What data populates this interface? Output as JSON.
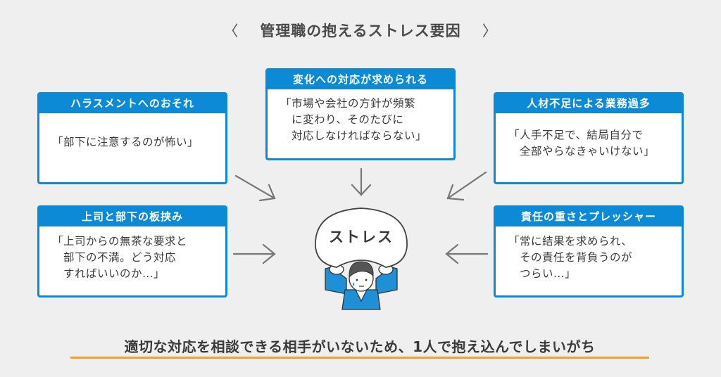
{
  "title": {
    "text": "管理職の抱えるストレス要因",
    "left_bracket": "〈",
    "right_bracket": "〉"
  },
  "cards": [
    {
      "id": "harassment",
      "heading": "ハラスメントへのおそれ",
      "quote": "「部下に注意するのが怖い」"
    },
    {
      "id": "change",
      "heading": "変化への対応が求められる",
      "quote": "「市場や会社の方針が頻繁\n　に変わり、そのたびに\n　対応しなければならない」"
    },
    {
      "id": "understaffed",
      "heading": "人材不足による業務過多",
      "quote": "「人手不足で、結局自分で\n　全部やらなきゃいけない」"
    },
    {
      "id": "sandwiched",
      "heading": "上司と部下の板挟み",
      "quote": "「上司からの無茶な要求と\n　部下の不満。どう対応\n　すればいいのか…」"
    },
    {
      "id": "responsibility",
      "heading": "責任の重さとプレッシャー",
      "quote": "「常に結果を求められ、\n　その責任を背負うのが\n　つらい…」"
    }
  ],
  "center": {
    "label": "ストレス"
  },
  "bottom": {
    "text": "適切な対応を相談できる相手がいないため、1人で抱え込んでしまいがち"
  },
  "colors": {
    "accent": "#0d8ad6",
    "underline": "#f0a030",
    "background": "#efefef",
    "arrow": "#777777"
  }
}
